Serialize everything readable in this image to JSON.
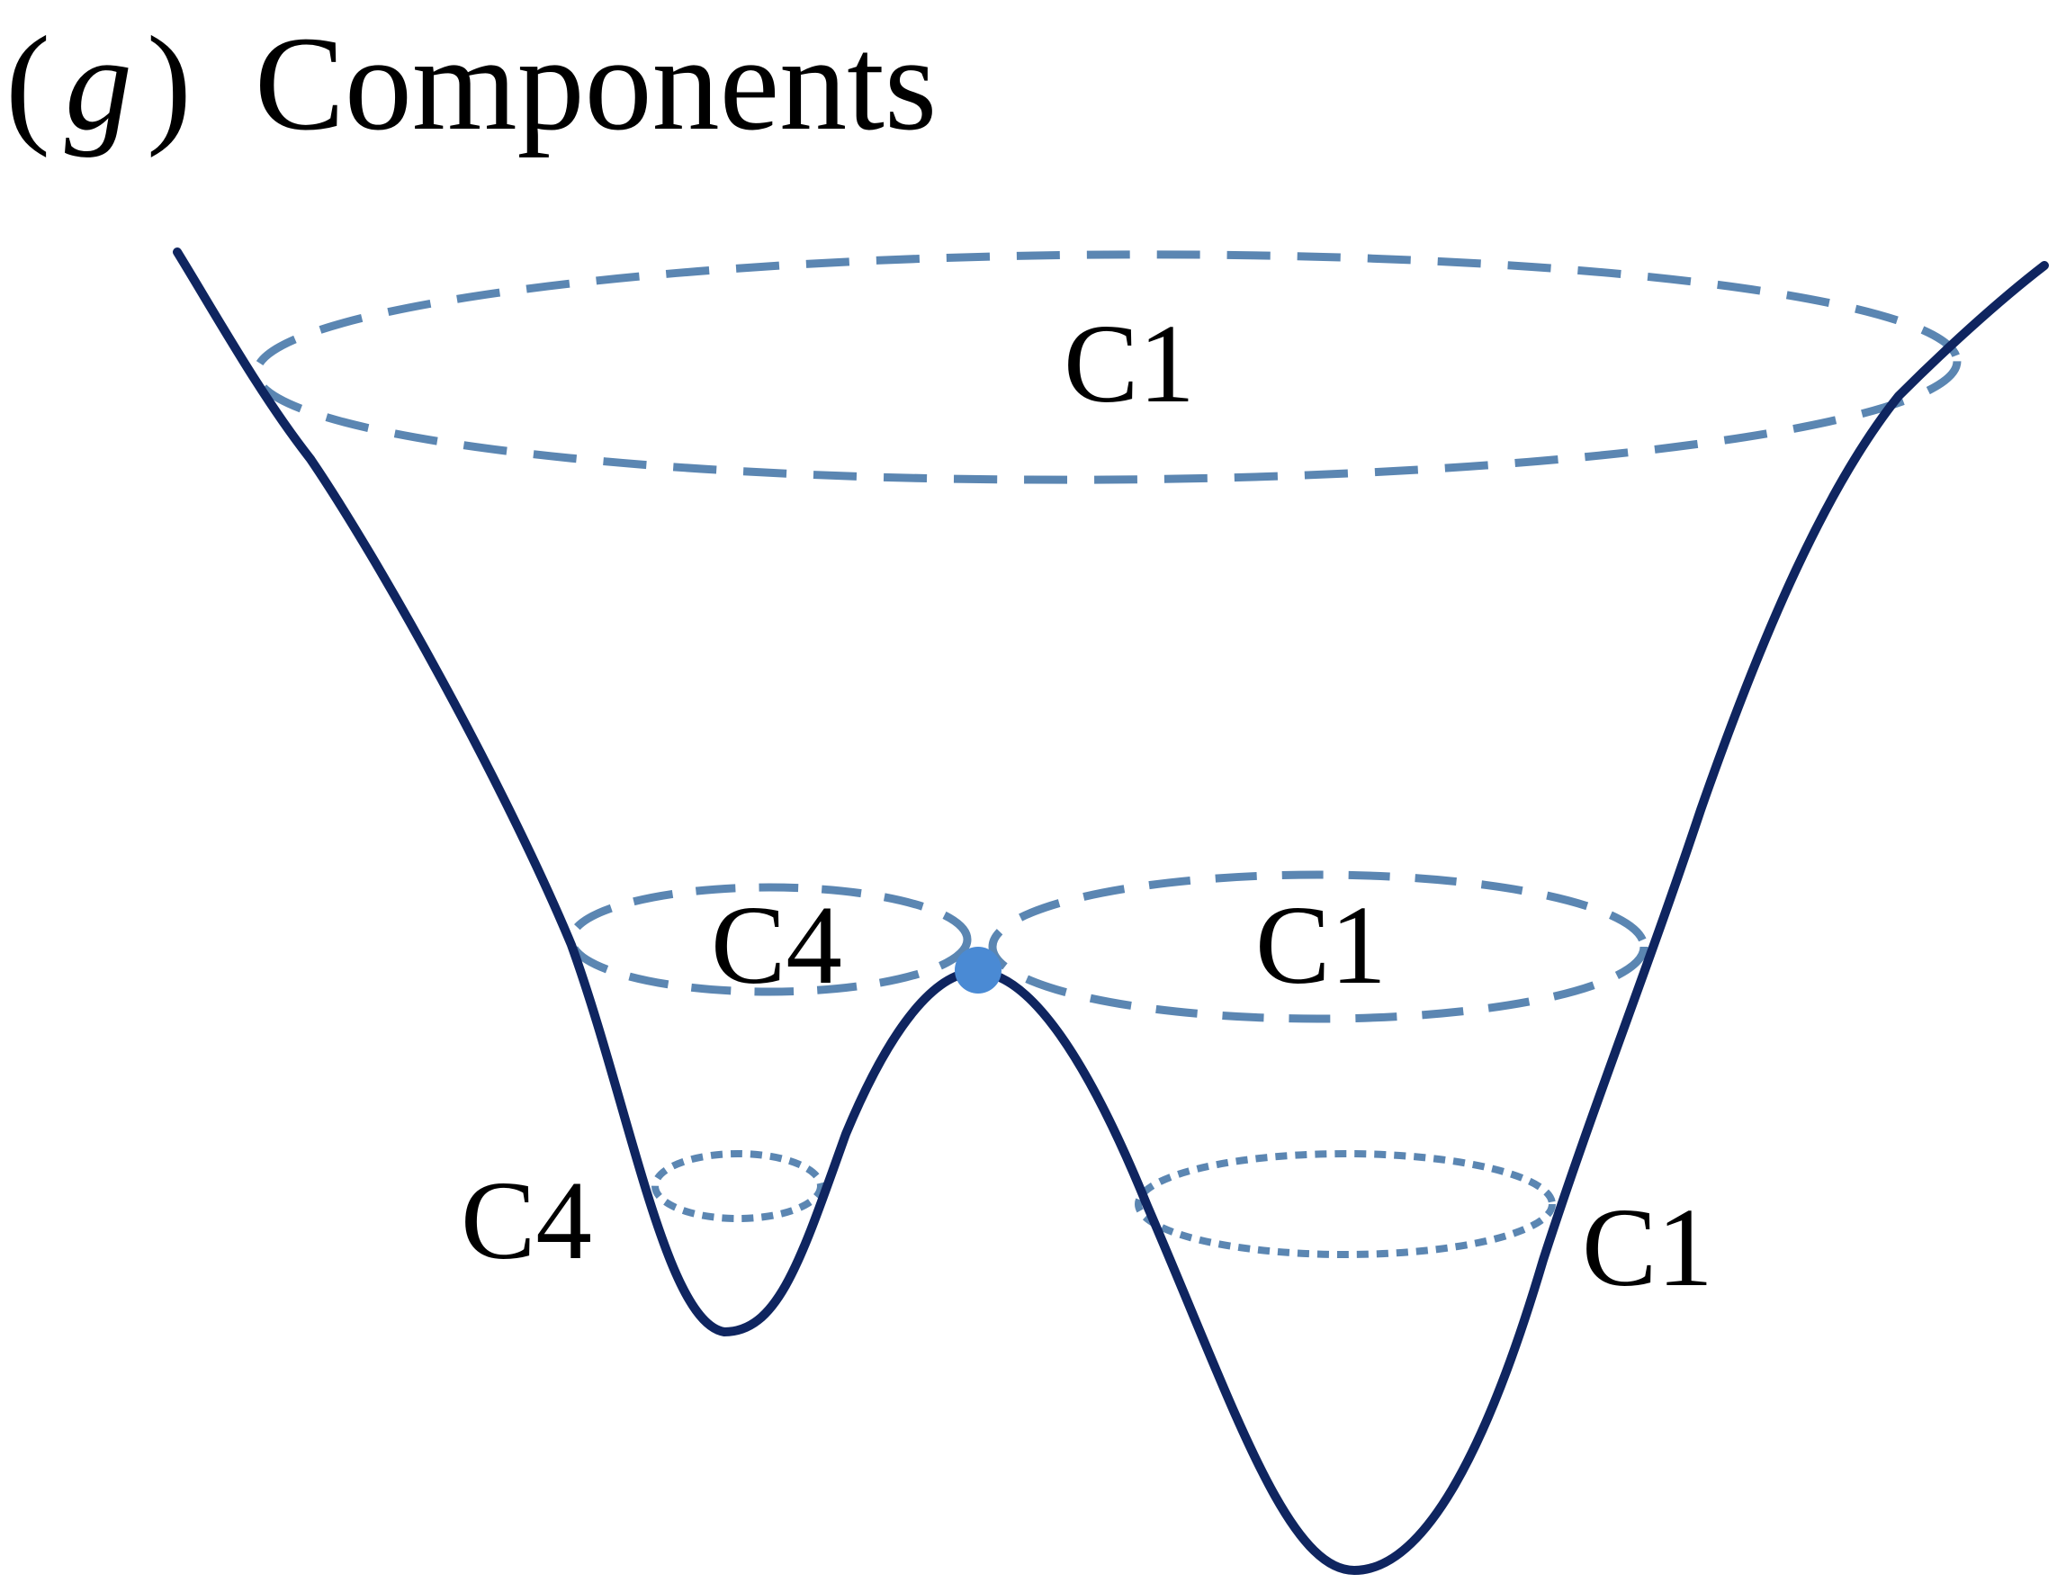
{
  "header": {
    "panel_letter": "g",
    "title": "Components"
  },
  "colors": {
    "curve": "#0f2560",
    "contour": "#5b86b2",
    "saddle_point": "#4a8ad4",
    "text": "#000000"
  },
  "contours": [
    {
      "id": "top",
      "label": "C1",
      "style": "long-dash"
    },
    {
      "id": "mid-left",
      "label": "C4",
      "style": "long-dash"
    },
    {
      "id": "mid-right",
      "label": "C1",
      "style": "long-dash"
    },
    {
      "id": "low-left",
      "label": "C4",
      "style": "short-dash"
    },
    {
      "id": "low-right",
      "label": "C1",
      "style": "short-dash"
    }
  ]
}
